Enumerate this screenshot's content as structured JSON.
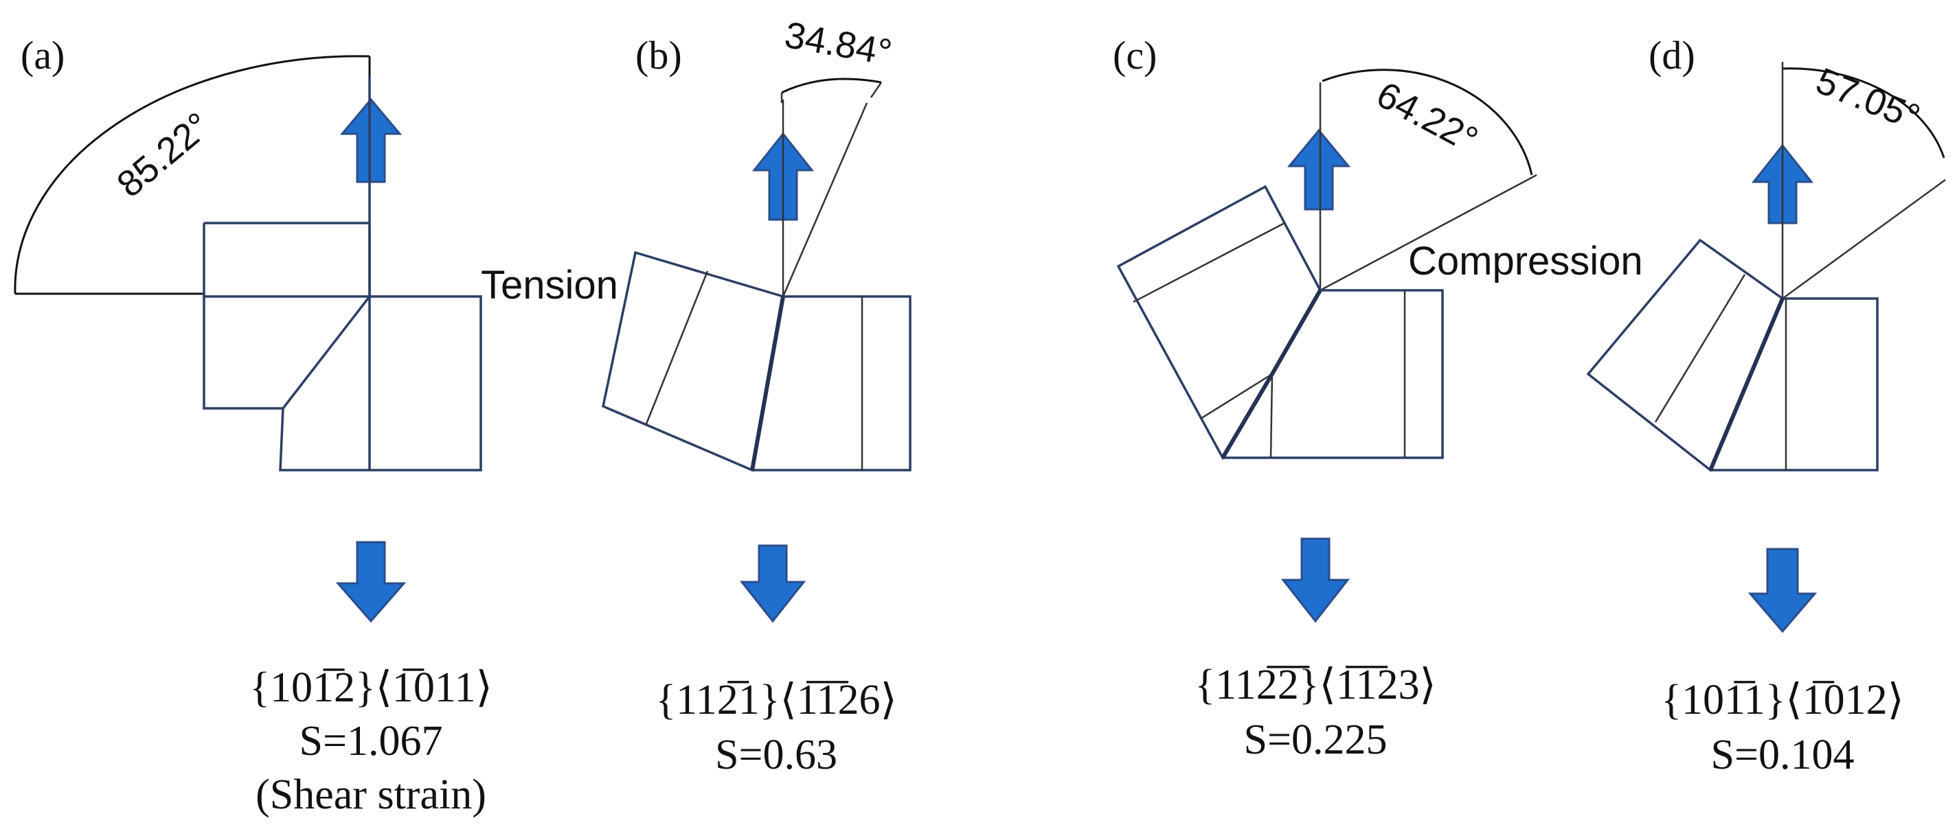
{
  "panels": [
    {
      "label": "(a)",
      "angle": "85.22°",
      "side_label": "",
      "formula": "{101̅2}⟨1̅011⟩",
      "s_value": "S=1.067",
      "note": "(Shear strain)"
    },
    {
      "label": "(b)",
      "angle": "34.84°",
      "side_label": "Tension",
      "formula": "{112̅1}⟨1̅1̅26⟩",
      "s_value": "S=0.63",
      "note": ""
    },
    {
      "label": "(c)",
      "angle": "64.22°",
      "side_label": "Compression",
      "formula": "{112̅2̅}⟨1̅1̅23⟩",
      "s_value": "S=0.225",
      "note": ""
    },
    {
      "label": "(d)",
      "angle": "57.05°",
      "side_label": "",
      "formula": "{101̅1}⟨1̅012⟩",
      "s_value": "S=0.104",
      "note": ""
    }
  ],
  "colors": {
    "arrow_fill": "#1f6fcf",
    "box_stroke": "#2c3e66"
  }
}
